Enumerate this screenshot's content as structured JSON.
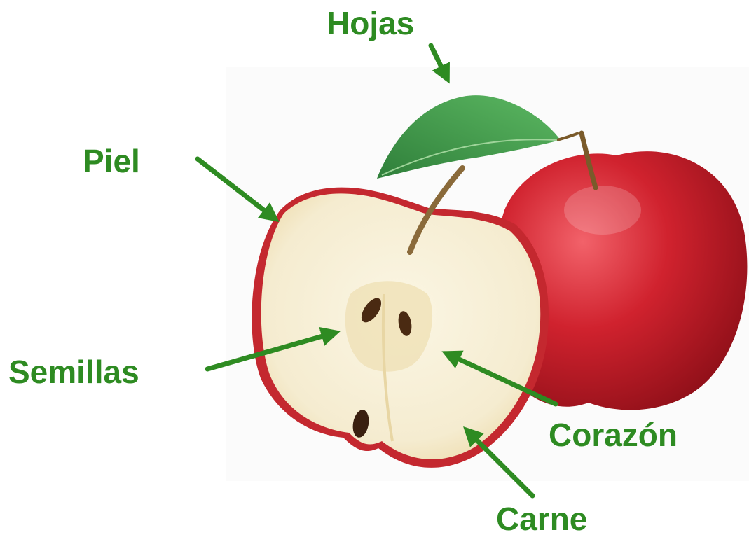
{
  "colors": {
    "label": "#2e8b22",
    "arrow": "#2e8b22",
    "apple_red": "#d0222e",
    "flesh": "#f6efd6",
    "leaf": "#3f9a4a",
    "seed": "#4a2a12"
  },
  "labels": {
    "hojas": "Hojas",
    "piel": "Piel",
    "semillas": "Semillas",
    "corazon": "Corazón",
    "carne": "Carne"
  }
}
